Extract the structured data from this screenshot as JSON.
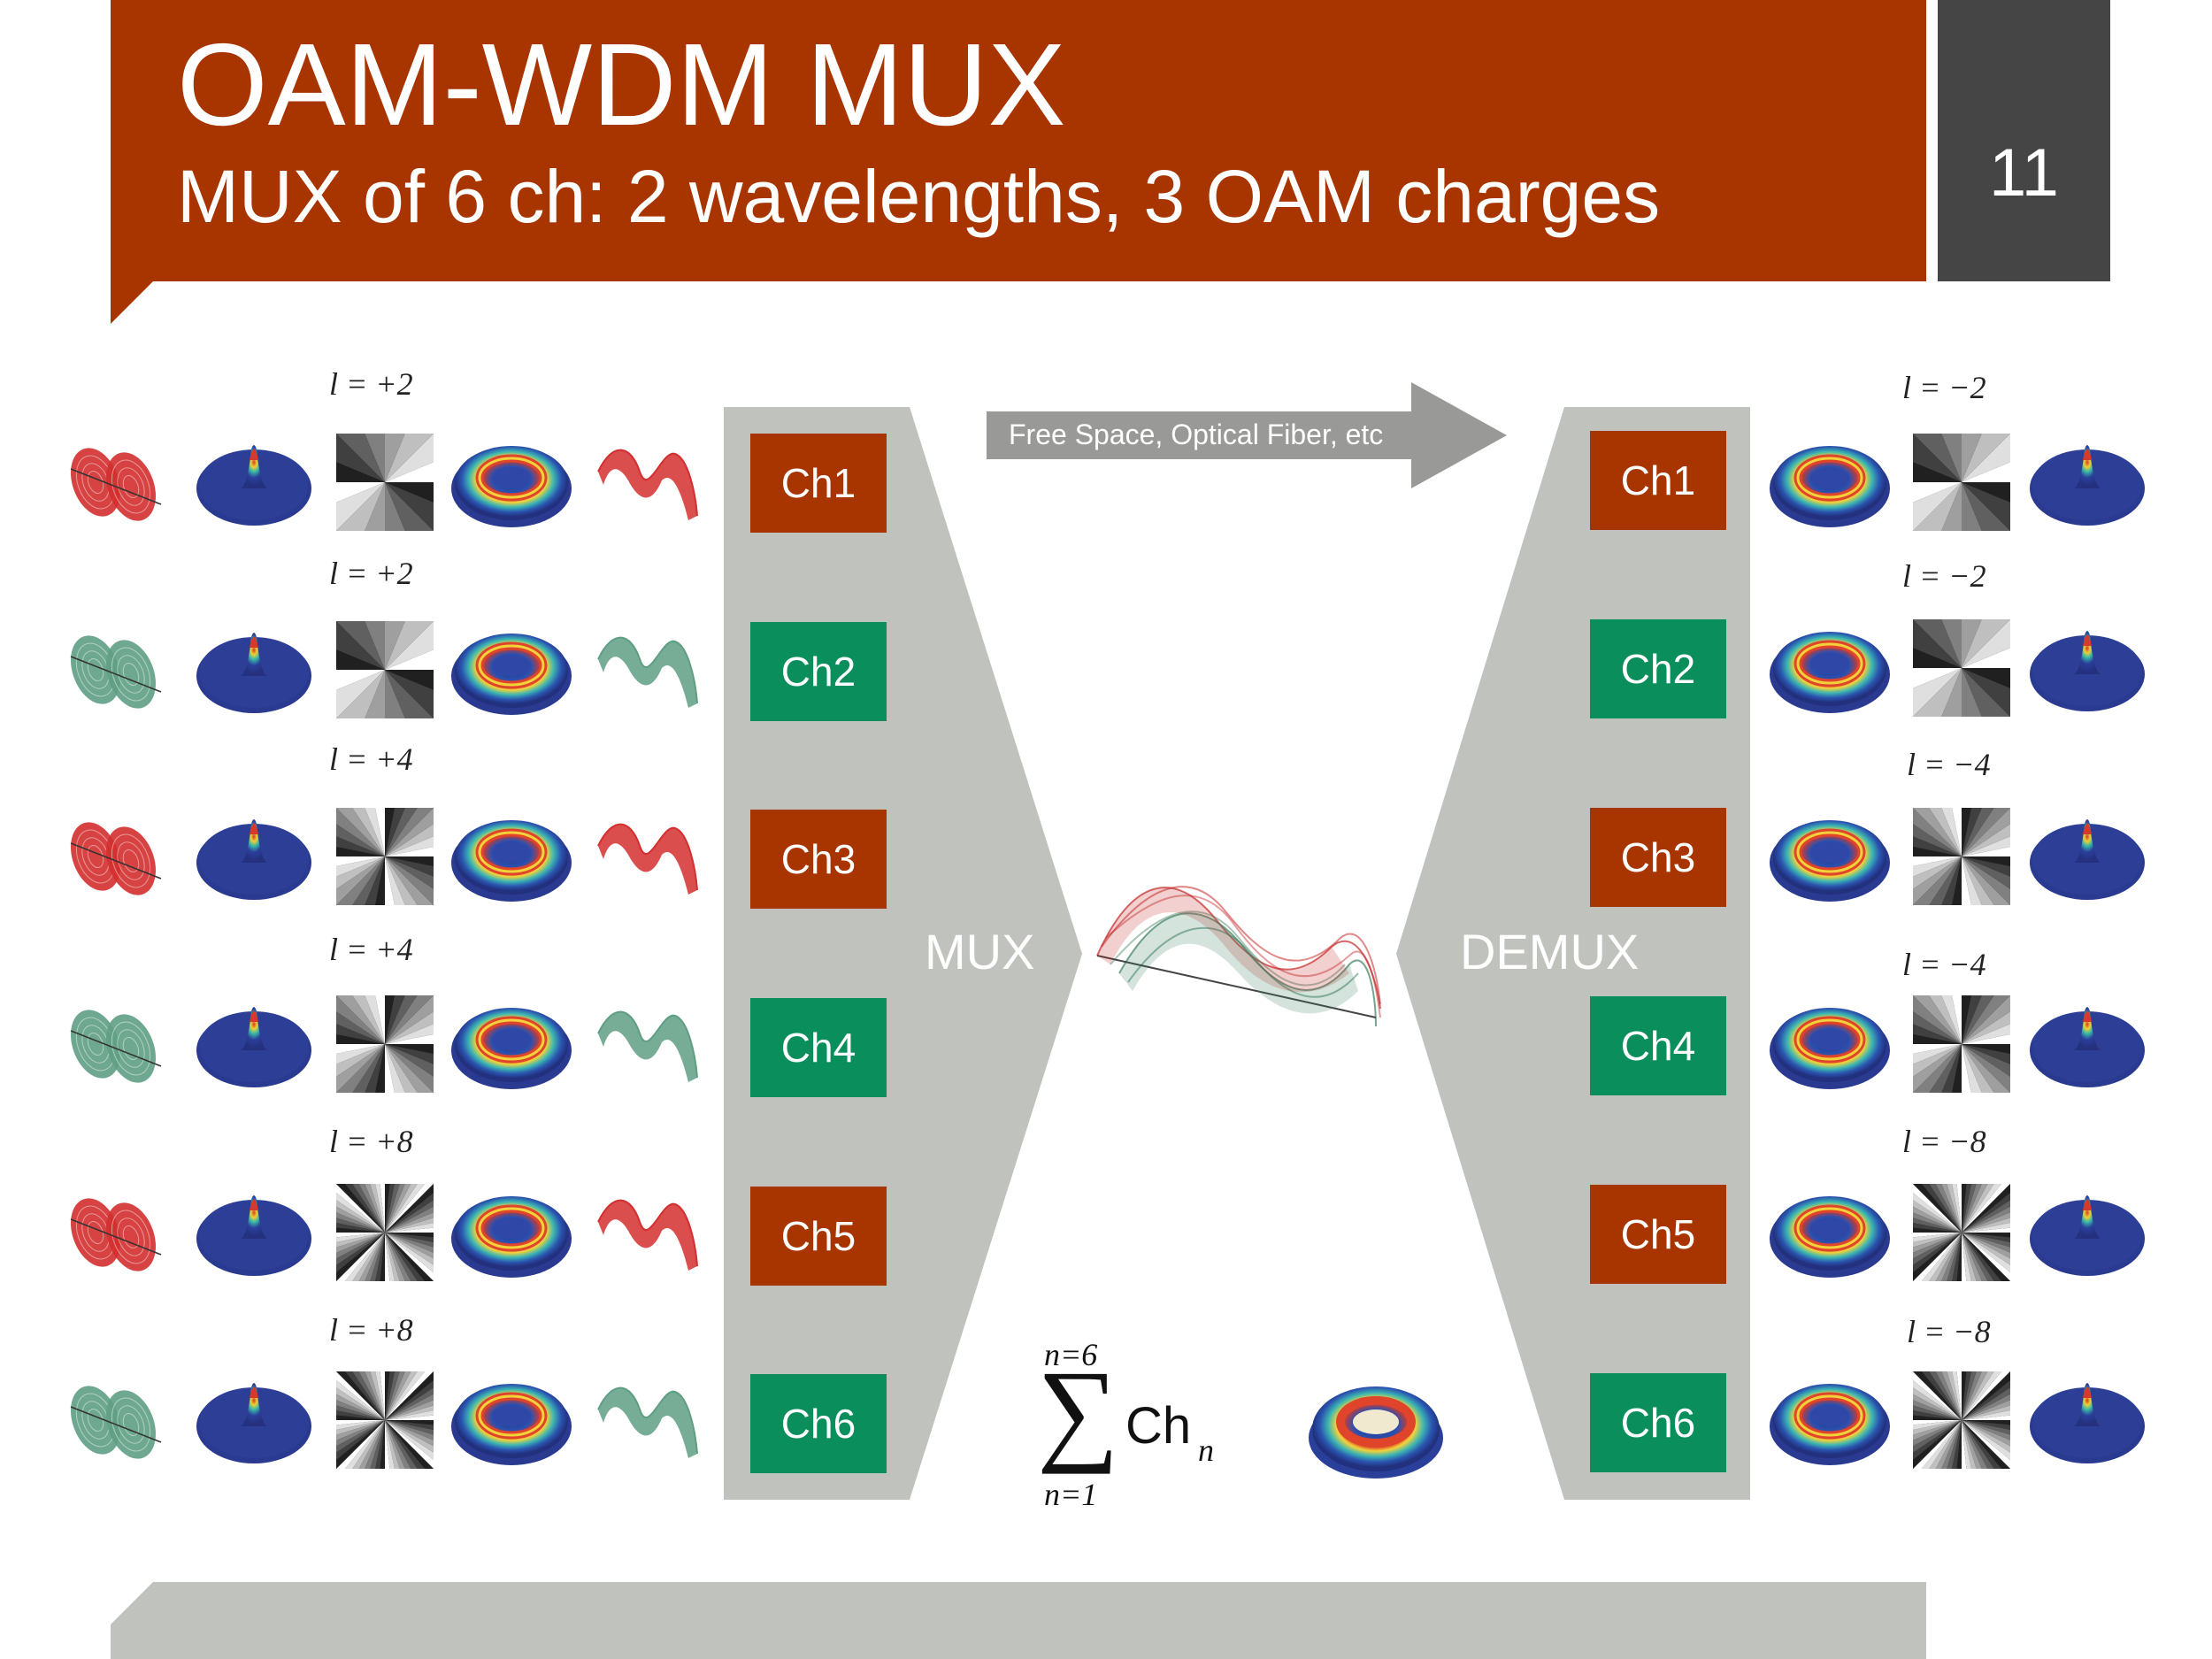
{
  "header": {
    "title": "OAM-WDM MUX",
    "subtitle": "MUX of 6 ch: 2 wavelengths, 3 OAM charges",
    "page_number": "11",
    "accent_color": "#a83500",
    "page_box_color": "#454545"
  },
  "colors": {
    "red_channel": "#a83500",
    "green_channel": "#0a8f5c",
    "panel_gray": "#c0c2bd",
    "arrow_gray": "#999a98"
  },
  "arrow": {
    "label": "Free Space, Optical Fiber, etc"
  },
  "mux": {
    "label": "MUX",
    "channels": [
      {
        "label": "Ch1",
        "color": "red"
      },
      {
        "label": "Ch2",
        "color": "green"
      },
      {
        "label": "Ch3",
        "color": "red"
      },
      {
        "label": "Ch4",
        "color": "green"
      },
      {
        "label": "Ch5",
        "color": "red"
      },
      {
        "label": "Ch6",
        "color": "green"
      }
    ]
  },
  "demux": {
    "label": "DEMUX",
    "channels": [
      {
        "label": "Ch1",
        "color": "red"
      },
      {
        "label": "Ch2",
        "color": "green"
      },
      {
        "label": "Ch3",
        "color": "red"
      },
      {
        "label": "Ch4",
        "color": "green"
      },
      {
        "label": "Ch5",
        "color": "red"
      },
      {
        "label": "Ch6",
        "color": "green"
      }
    ]
  },
  "left_rows": [
    {
      "charge": "l = +2",
      "wave": "red",
      "petals": 2
    },
    {
      "charge": "l = +2",
      "wave": "green",
      "petals": 2
    },
    {
      "charge": "l = +4",
      "wave": "red",
      "petals": 4
    },
    {
      "charge": "l = +4",
      "wave": "green",
      "petals": 4
    },
    {
      "charge": "l = +8",
      "wave": "red",
      "petals": 8
    },
    {
      "charge": "l = +8",
      "wave": "green",
      "petals": 8
    }
  ],
  "right_rows": [
    {
      "charge": "l = −2",
      "petals": 2
    },
    {
      "charge": "l = −2",
      "petals": 2
    },
    {
      "charge": "l = −4",
      "petals": 4
    },
    {
      "charge": "l = −4",
      "petals": 4
    },
    {
      "charge": "l = −8",
      "petals": 8
    },
    {
      "charge": "l = −8",
      "petals": 8
    }
  ],
  "sum": {
    "upper": "n=6",
    "symbol": "∑",
    "term": "Ch",
    "subscript": "n",
    "lower": "n=1"
  },
  "icons": [
    "red-helix-icon",
    "green-helix-icon",
    "gaussian-beam-icon",
    "phase-mask-icon",
    "oam-ring-beam-icon",
    "wavefront-icon",
    "multiplexed-wave-icon",
    "combined-ring-beam-icon"
  ]
}
